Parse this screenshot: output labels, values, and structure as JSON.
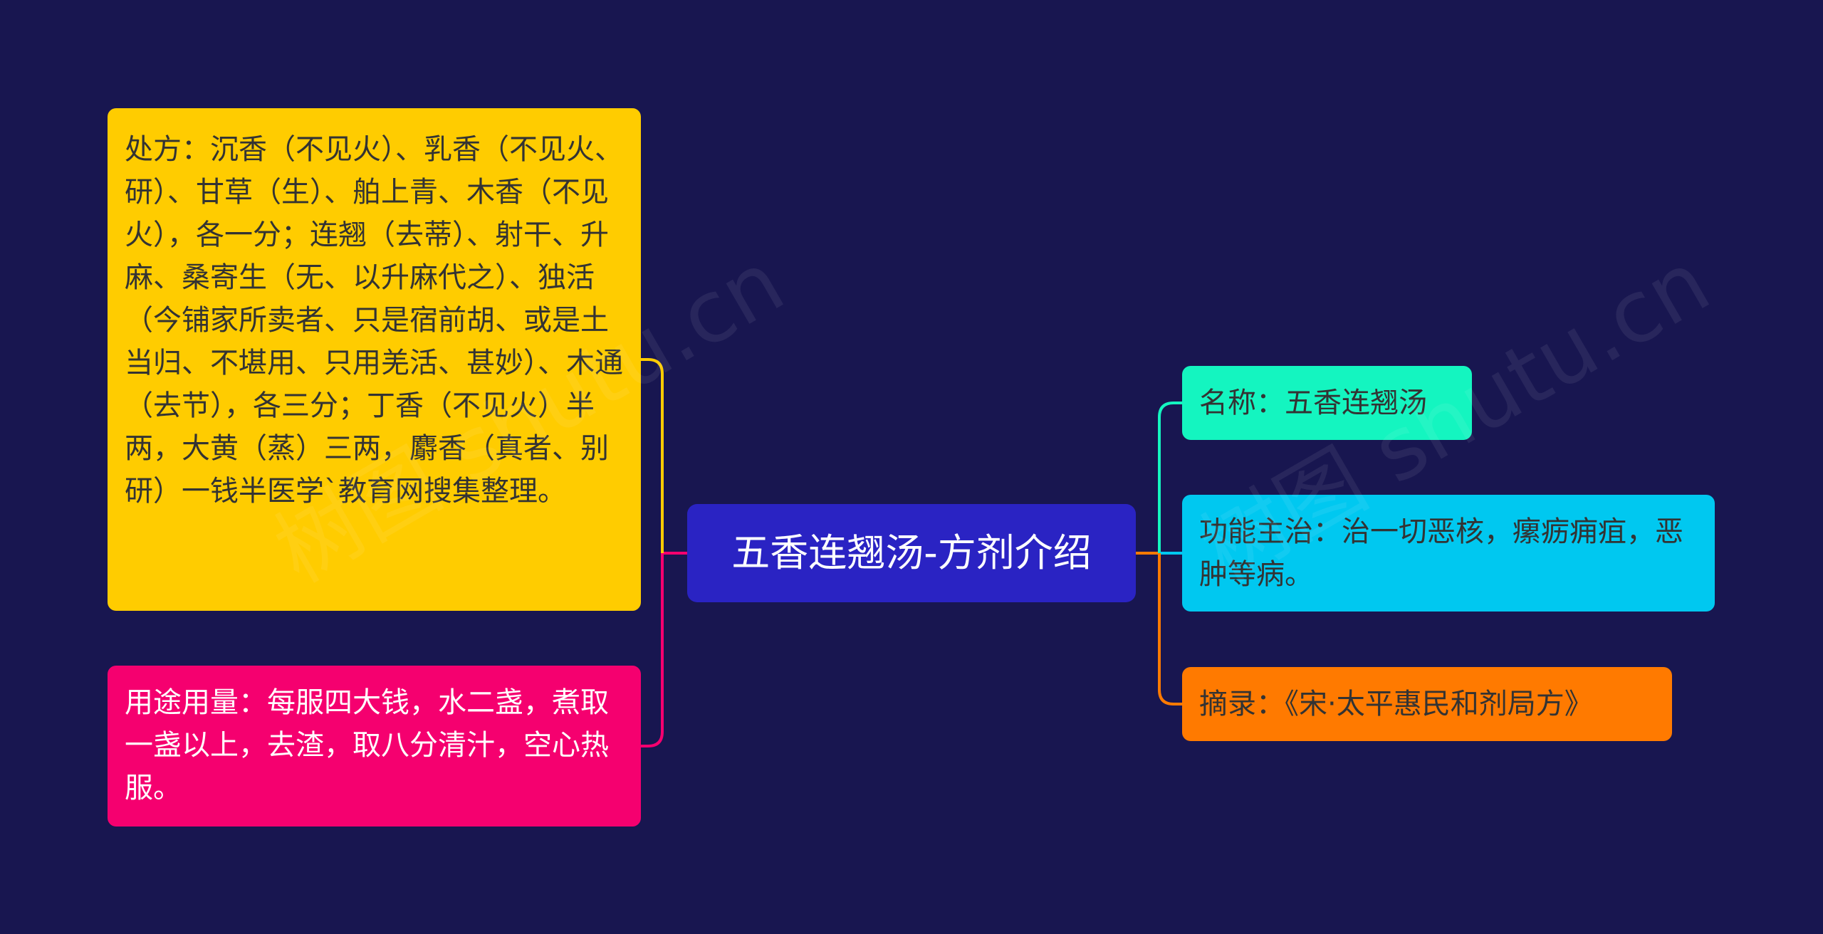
{
  "colors": {
    "background": "#181650",
    "center": "#2a23c3",
    "prescription": "#ffcc00",
    "usage": "#f5006f",
    "name": "#14f5c0",
    "function": "#00c8f0",
    "excerpt": "#ff7a00"
  },
  "center": {
    "title": "五香连翘汤-方剂介绍"
  },
  "left": [
    {
      "text": "处方：沉香（不见火）、乳香（不见火、研）、甘草（生）、舶上青、木香（不见火），各一分；连翘（去蒂）、射干、升麻、桑寄生（无、以升麻代之）、独活（今铺家所卖者、只是宿前胡、或是土当归、不堪用、只用羌活、甚妙）、木通（去节），各三分；丁香（不见火）半两，大黄（蒸）三两，麝香（真者、别研）一钱半医学`教育网搜集整理。"
    },
    {
      "text": "用途用量：每服四大钱，水二盏，煮取一盏以上，去渣，取八分清汁，空心热服。"
    }
  ],
  "right": [
    {
      "text": "名称：五香连翘汤"
    },
    {
      "text": "功能主治：治一切恶核，瘰疬痈疽，恶肿等病。"
    },
    {
      "text": "摘录：《宋·太平惠民和剂局方》"
    }
  ],
  "watermark": "树图 shutu.cn"
}
